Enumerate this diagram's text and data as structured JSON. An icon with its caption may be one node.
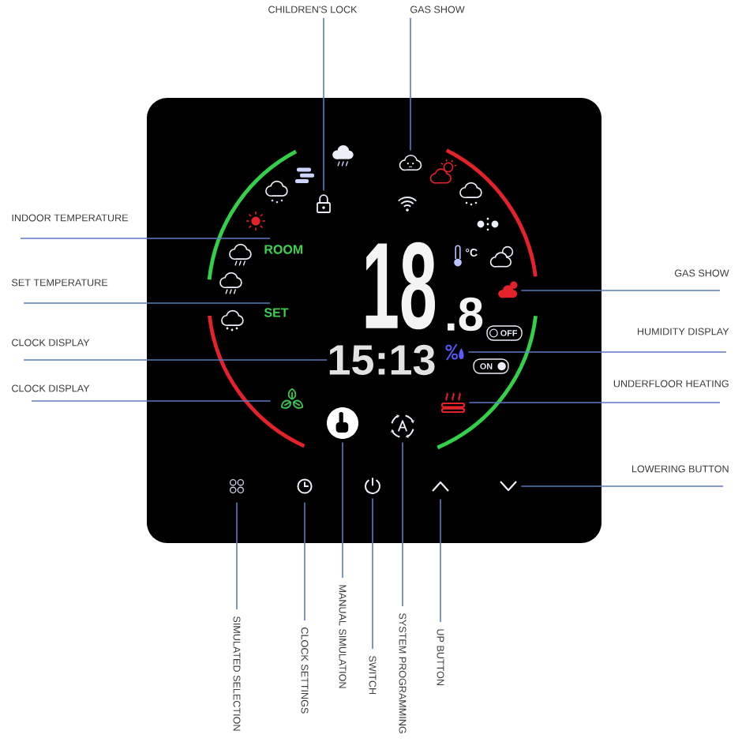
{
  "diagram": {
    "nodes": [
      {
        "text": [
          "CHILDREN'S LOCK"
        ]
      },
      {
        "text": [
          "GAS SHOW"
        ]
      },
      {
        "text": [],
        "shape": "box"
      },
      {
        "text": [],
        "shape": "picture",
        "in": 2
      },
      {
        "text": [],
        "shape": "picture",
        "in": 2
      },
      {
        "text": [
          "ROOM"
        ],
        "in": 2
      },
      {
        "text": [
          "SET"
        ],
        "in": 2
      },
      {
        "text": [],
        "shape": "picture",
        "in": 2
      },
      {
        "text": [
          "15:13"
        ],
        "in": 2
      },
      {
        "text": [],
        "shape": "picture",
        "in": 2
      },
      {
        "text": [],
        "shape": "picture",
        "in": 2
      },
      {
        "text": [],
        "shape": "picture",
        "in": 2
      },
      {
        "text": [],
        "shape": "picture",
        "in": 2
      },
      {
        "text": [],
        "shape": "picture",
        "in": 2
      },
      {
        "text": [],
        "shape": "picture",
        "in": 2
      },
      {
        "text": [],
        "shape": "picture",
        "in": 2
      },
      {
        "text": [],
        "shape": "picture",
        "in": 2
      },
      {
        "text": [],
        "shape": "picture",
        "in": 2
      },
      {
        "text": [],
        "shape": "picture",
        "in": 2
      },
      {
        "text": [
          "INDOOR TEMPERATURE"
        ]
      },
      {
        "text": [
          "SET TEMPERATURE"
        ]
      },
      {
        "text": [
          "CLOCK DISPLAY"
        ]
      },
      {
        "text": [
          "CLOCK DISPLAY"
        ]
      },
      {
        "text": [
          "GAS SHOW"
        ]
      },
      {
        "text": [
          "HUMIDITY DISPLAY"
        ]
      },
      {
        "text": [
          "UNDERFLOOR HEATING"
        ]
      },
      {
        "text": [
          "LOWERING BUTTON"
        ]
      },
      {
        "text": [
          "SIMULATED SELECTION"
        ]
      },
      {
        "text": [
          "CLOCK SETTINGS"
        ]
      },
      {
        "text": [
          "MANUAL SIMULATION"
        ]
      },
      {
        "text": [
          "SWITCH"
        ]
      },
      {
        "text": [
          "SYSTEM PROGRAMMING"
        ]
      },
      {
        "text": [
          "UP BUTTON"
        ]
      }
    ],
    "edges": [
      {
        "from": 0,
        "to": 3,
        "arrow": "none"
      },
      {
        "from": 1,
        "to": 4,
        "arrow": "none"
      },
      {
        "from": 19,
        "to": 5,
        "arrow": "none"
      },
      {
        "from": 20,
        "to": 6,
        "arrow": "none"
      },
      {
        "from": 21,
        "to": 8,
        "arrow": "none"
      },
      {
        "from": 22,
        "to": 10,
        "arrow": "none"
      },
      {
        "from": 23,
        "to": 7,
        "arrow": "none"
      },
      {
        "from": 24,
        "to": 9,
        "arrow": "none"
      },
      {
        "from": 25,
        "to": 11,
        "arrow": "none"
      },
      {
        "from": 26,
        "to": 18,
        "arrow": "none"
      },
      {
        "from": 27,
        "to": 14,
        "arrow": "none"
      },
      {
        "from": 28,
        "to": 15,
        "arrow": "none"
      },
      {
        "from": 29,
        "to": 12,
        "arrow": "none"
      },
      {
        "from": 30,
        "to": 16,
        "arrow": "none"
      },
      {
        "from": 31,
        "to": 13,
        "arrow": "none"
      },
      {
        "from": 32,
        "to": 17,
        "arrow": "none"
      }
    ],
    "labels": [
      "18",
      "°C",
      ".8",
      "OFF",
      "ON"
    ]
  }
}
